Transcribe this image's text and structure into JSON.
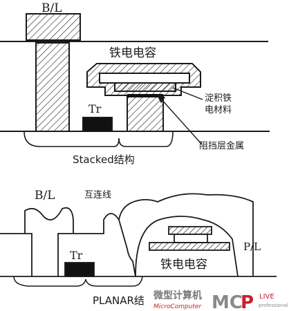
{
  "stacked": {
    "bl_label": "B/L",
    "capacitor_label": "铁电电容",
    "ferro_material_label_line1": "淀积铁",
    "ferro_material_label_line2": "电材料",
    "tr_label": "Tr",
    "barrier_metal_label": "阻挡层金属",
    "caption": "Stacked结构"
  },
  "planar": {
    "bl_label": "B/L",
    "interconnect_label": "互连线",
    "tr_label": "Tr",
    "pl_label": "P/L",
    "capacitor_label": "铁电电容",
    "caption": "PLANAR结"
  },
  "watermark": {
    "line1": "微型计算机",
    "line2": "MicroComputer",
    "logo_main": "MC",
    "logo_p": "P",
    "logo_live": "LIVE",
    "logo_sub": "professional"
  },
  "colors": {
    "stroke": "#1a1a1a",
    "watermark_gray": "#8a8a8a",
    "watermark_red": "#c8202a"
  }
}
